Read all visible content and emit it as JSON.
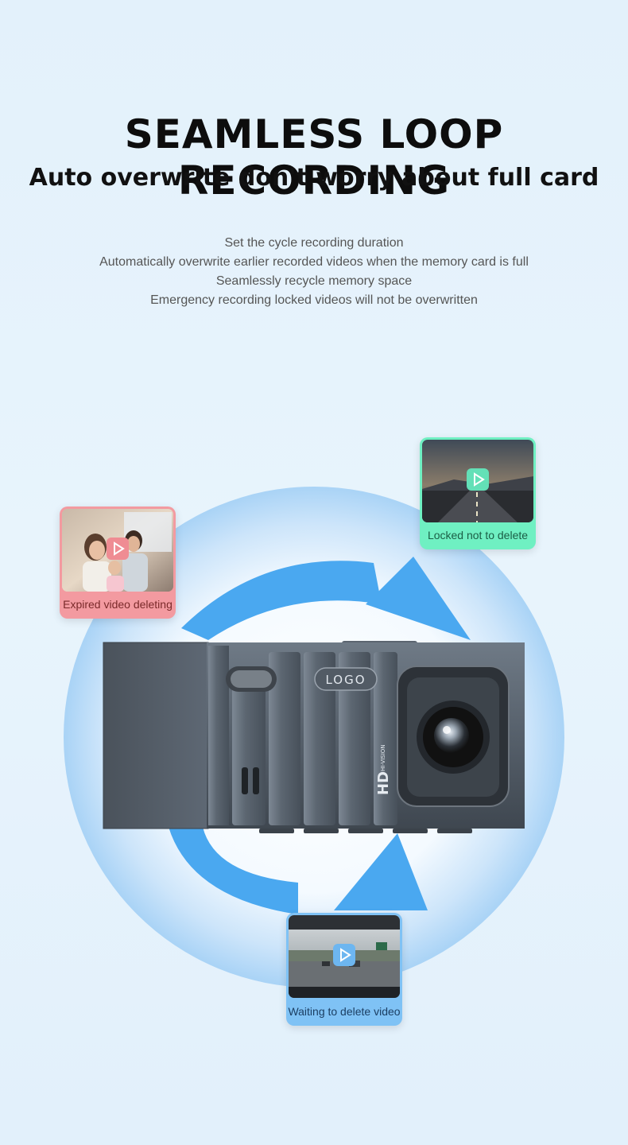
{
  "header": {
    "title": "SEAMLESS LOOP RECORDING",
    "subtitle": "Auto overwrite don't worry about full card"
  },
  "description": {
    "lines": [
      "Set the cycle recording duration",
      "Automatically overwrite earlier recorded videos when the memory card is full",
      "Seamlessly recycle memory space",
      "Emergency recording locked videos will not be overwritten"
    ]
  },
  "device": {
    "logo_text": "LOGO",
    "hd_text": "HD",
    "brand_text": "HI-VISION"
  },
  "cards": {
    "expired": {
      "label": "Expired video deleting",
      "color": "#f39aa0",
      "label_color": "#7a2a2a"
    },
    "locked": {
      "label": "Locked not to delete",
      "color": "#6ff0c2",
      "label_color": "#1b5e45"
    },
    "waiting": {
      "label": "Waiting to delete video",
      "color": "#7fc2f5",
      "label_color": "#1c3f63"
    }
  },
  "colors": {
    "arrow": "#4aa8f0",
    "circle": "#cfe6fa",
    "device_body": "#5a6470"
  }
}
